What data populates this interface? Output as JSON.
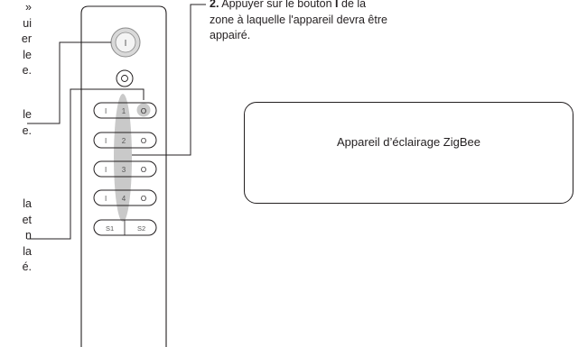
{
  "left_text": {
    "block1": [
      "»",
      "ui",
      "er",
      "le",
      "e."
    ],
    "block2": [
      "le",
      "e."
    ],
    "block3": [
      "la",
      "et",
      "n",
      "la",
      "é."
    ]
  },
  "step2": {
    "number": "2.",
    "line1_text": "Appuyer sur le bouton",
    "button_glyph": "I",
    "line1_tail": "de la",
    "line2": "zone à laquelle l'appareil devra être",
    "line3": "appairé."
  },
  "device_box": {
    "label": "Appareil d’éclairage ZigBee"
  },
  "remote": {
    "power_label": "I",
    "zones": [
      {
        "on": "I",
        "number": "1",
        "off": "O"
      },
      {
        "on": "I",
        "number": "2",
        "off": "O"
      },
      {
        "on": "I",
        "number": "3",
        "off": "O"
      },
      {
        "on": "I",
        "number": "4",
        "off": "O"
      }
    ],
    "scene_left": "S1",
    "scene_right": "S2"
  }
}
